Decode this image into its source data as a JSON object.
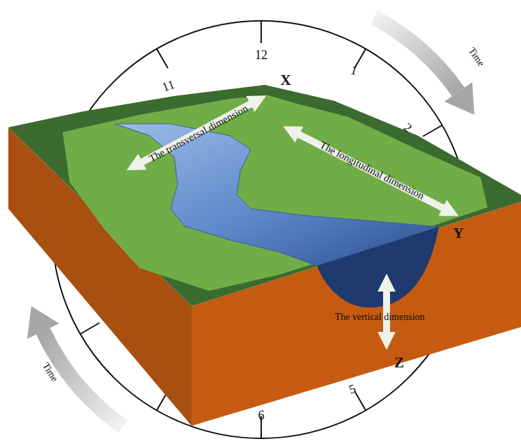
{
  "diagram": {
    "labels": [
      "12",
      "1",
      "2",
      "11",
      "X",
      "Time",
      "The transversal dimension",
      "The longitudinal dimension",
      "Y",
      "The vertical dimension",
      "Z",
      "5",
      "6",
      "Time"
    ]
  }
}
